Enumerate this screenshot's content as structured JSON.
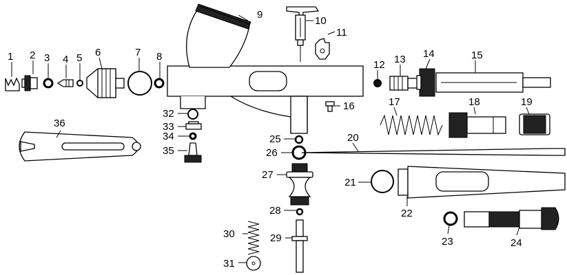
{
  "part_labels": [
    "1",
    "2",
    "3",
    "4",
    "5",
    "6",
    "7",
    "8",
    "9",
    "10",
    "11",
    "12",
    "13",
    "14",
    "15",
    "16",
    "17",
    "18",
    "19",
    "20",
    "21",
    "22",
    "23",
    "24",
    "25",
    "26",
    "27",
    "28",
    "29",
    "30",
    "31",
    "32",
    "33",
    "34",
    "35",
    "36"
  ]
}
